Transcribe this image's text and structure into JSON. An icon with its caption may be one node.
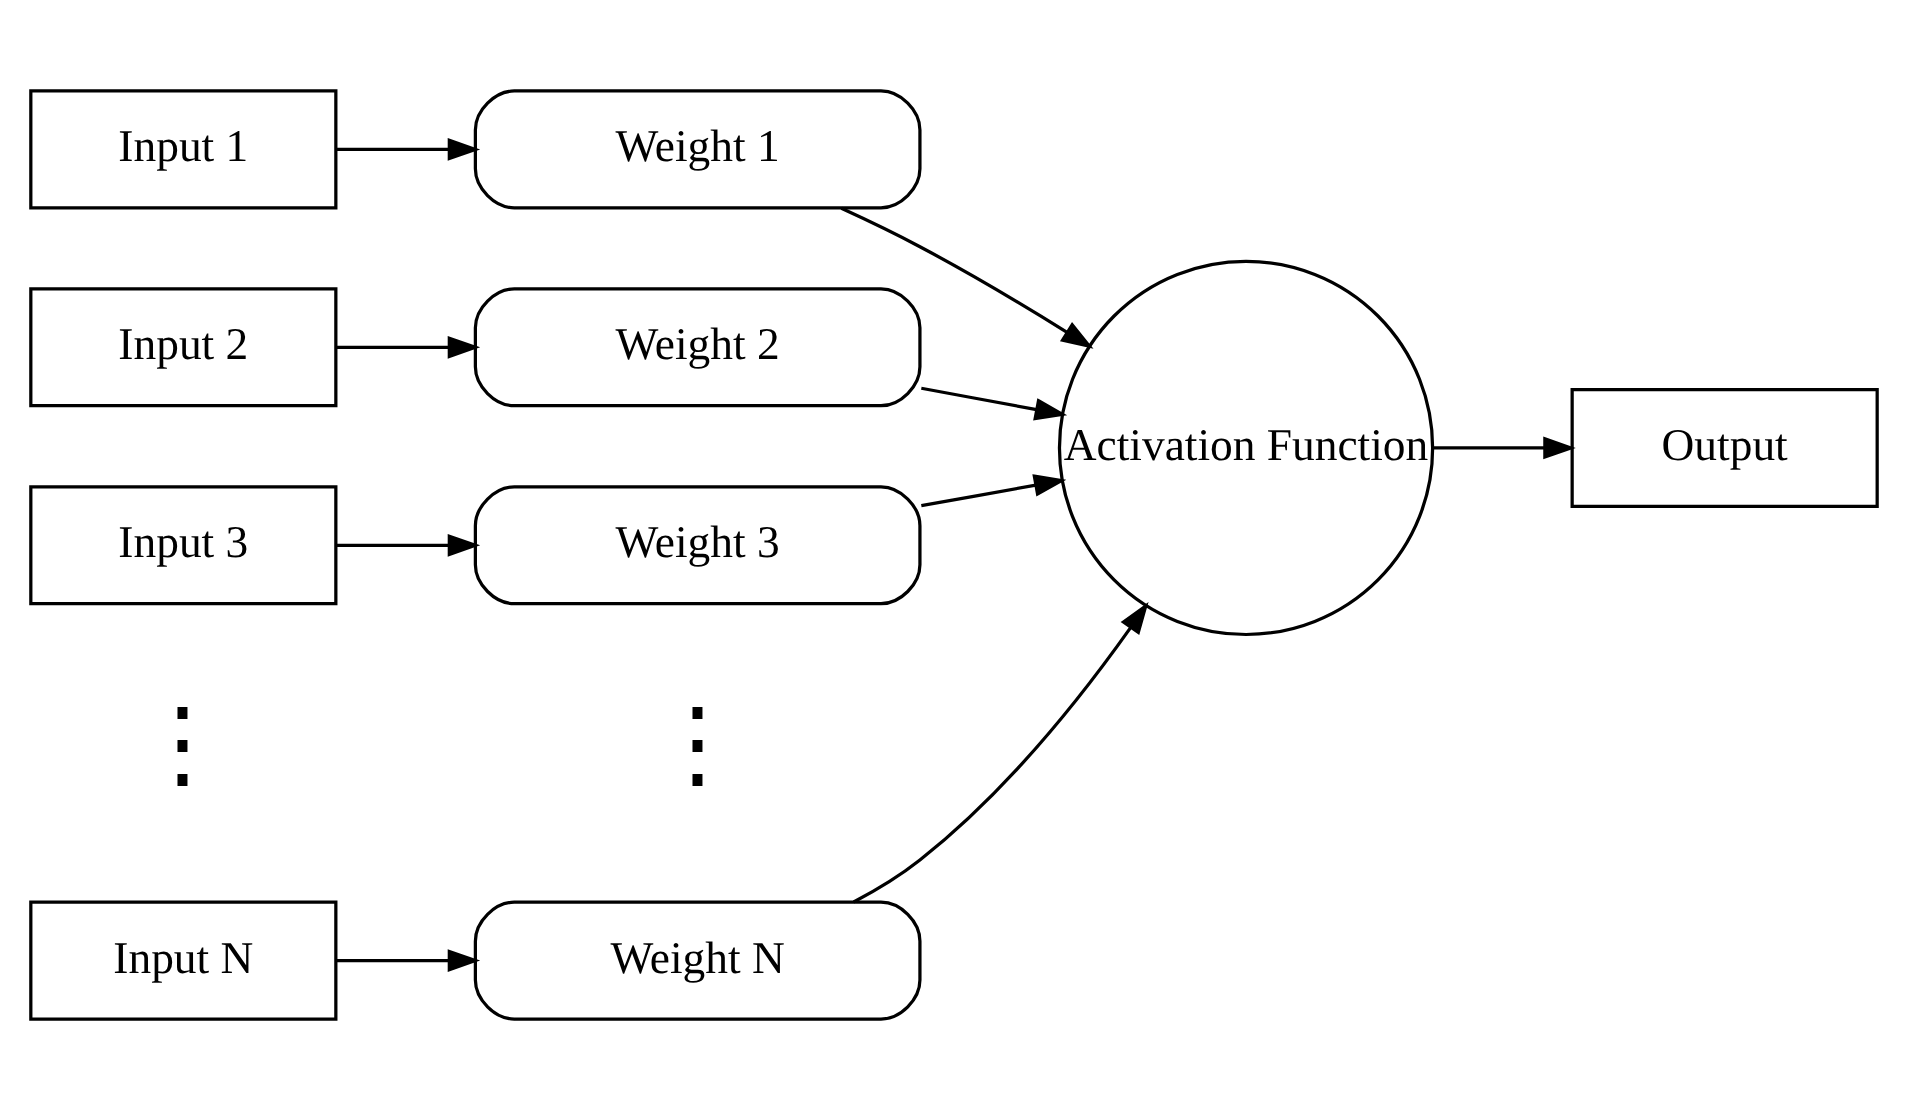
{
  "diagram": {
    "nodes": [
      {
        "text": [
          "Input 1"
        ]
      },
      {
        "text": [
          "Weight 1"
        ]
      },
      {
        "text": [
          "Input 2"
        ]
      },
      {
        "text": [
          "Weight 2"
        ]
      },
      {
        "text": [
          "Input 3"
        ]
      },
      {
        "text": [
          "Weight 3"
        ]
      },
      {
        "text": [
          "Input N"
        ]
      },
      {
        "text": [
          "Weight N"
        ]
      },
      {
        "text": [
          "Activation Function"
        ]
      },
      {
        "text": [
          "Output"
        ]
      }
    ],
    "edges": [
      {
        "from": 0,
        "to": 1,
        "arrow": "to"
      },
      {
        "from": 2,
        "to": 3,
        "arrow": "to"
      },
      {
        "from": 4,
        "to": 5,
        "arrow": "to"
      },
      {
        "from": 6,
        "to": 7,
        "arrow": "to"
      },
      {
        "from": 1,
        "to": 8,
        "arrow": "to"
      },
      {
        "from": 3,
        "to": 8,
        "arrow": "to"
      },
      {
        "from": 5,
        "to": 8,
        "arrow": "to"
      },
      {
        "from": 7,
        "to": 8,
        "arrow": "to"
      },
      {
        "from": 8,
        "to": 9,
        "arrow": "to"
      }
    ],
    "labels": [
      "⋮",
      "⋮"
    ]
  }
}
